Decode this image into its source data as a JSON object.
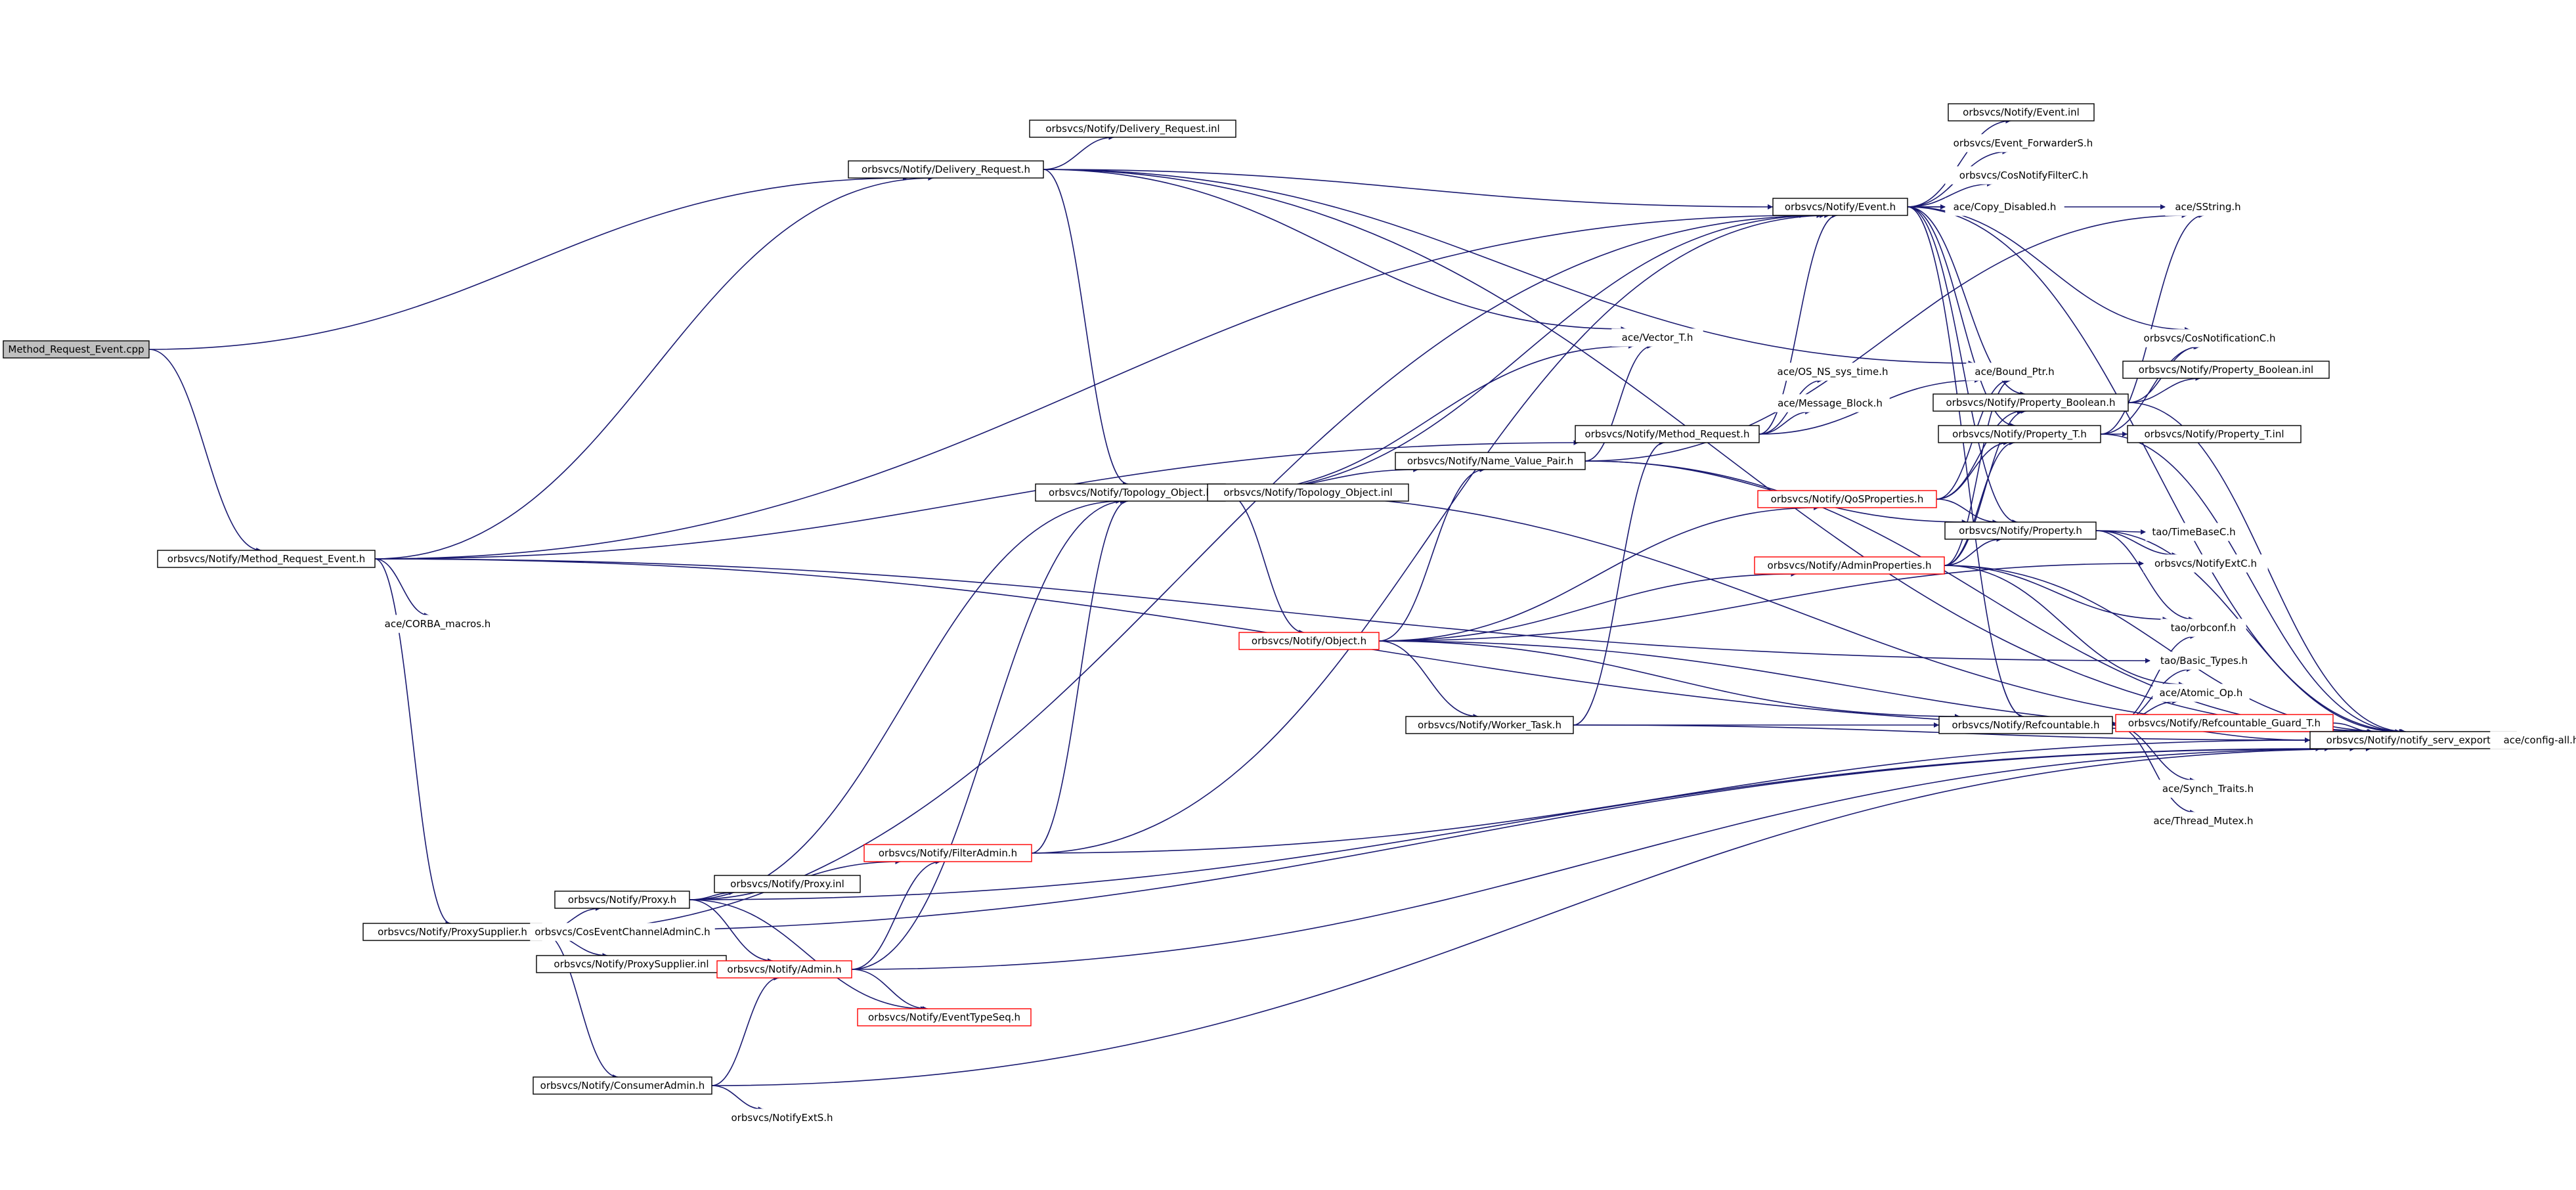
{
  "colors": {
    "edge": "#191970",
    "normal_border": "#000000",
    "truncated_border": "#ff0000",
    "root_fill": "#bfbfbf",
    "plain_border": "#ffffff",
    "fill": "#ffffff"
  },
  "nodes": [
    {
      "id": "n0",
      "label": "Method_Request_Event.cpp",
      "style": "root"
    },
    {
      "id": "n1",
      "label": "orbsvcs/Notify/Delivery_Request.h",
      "style": "normal"
    },
    {
      "id": "n2",
      "label": "orbsvcs/Notify/Delivery_Request.inl",
      "style": "normal"
    },
    {
      "id": "n3",
      "label": "orbsvcs/Notify/Method_Request_Event.h",
      "style": "normal"
    },
    {
      "id": "n4",
      "label": "ace/CORBA_macros.h",
      "style": "plain"
    },
    {
      "id": "n5",
      "label": "orbsvcs/Notify/ProxySupplier.h",
      "style": "normal"
    },
    {
      "id": "n6",
      "label": "orbsvcs/Notify/Proxy.h",
      "style": "normal"
    },
    {
      "id": "n7",
      "label": "orbsvcs/CosEventChannelAdminC.h",
      "style": "plain"
    },
    {
      "id": "n8",
      "label": "orbsvcs/Notify/ProxySupplier.inl",
      "style": "normal"
    },
    {
      "id": "n9",
      "label": "orbsvcs/Notify/ConsumerAdmin.h",
      "style": "normal"
    },
    {
      "id": "n10",
      "label": "orbsvcs/NotifyExtS.h",
      "style": "plain"
    },
    {
      "id": "n11",
      "label": "orbsvcs/Notify/Proxy.inl",
      "style": "normal"
    },
    {
      "id": "n12",
      "label": "orbsvcs/Notify/FilterAdmin.h",
      "style": "truncated"
    },
    {
      "id": "n13",
      "label": "orbsvcs/Notify/Admin.h",
      "style": "truncated"
    },
    {
      "id": "n14",
      "label": "orbsvcs/Notify/EventTypeSeq.h",
      "style": "truncated"
    },
    {
      "id": "n15",
      "label": "orbsvcs/Notify/Topology_Object.h",
      "style": "normal"
    },
    {
      "id": "n16",
      "label": "orbsvcs/Notify/Topology_Object.inl",
      "style": "normal"
    },
    {
      "id": "n17",
      "label": "orbsvcs/Notify/Object.h",
      "style": "truncated"
    },
    {
      "id": "n18",
      "label": "orbsvcs/Notify/Worker_Task.h",
      "style": "normal"
    },
    {
      "id": "n19",
      "label": "orbsvcs/Notify/Name_Value_Pair.h",
      "style": "normal"
    },
    {
      "id": "n20",
      "label": "orbsvcs/Notify/Method_Request.h",
      "style": "normal"
    },
    {
      "id": "n21",
      "label": "ace/OS_NS_sys_time.h",
      "style": "plain"
    },
    {
      "id": "n22",
      "label": "ace/Message_Block.h",
      "style": "plain"
    },
    {
      "id": "n23",
      "label": "ace/Vector_T.h",
      "style": "plain"
    },
    {
      "id": "n24",
      "label": "orbsvcs/Notify/Event.h",
      "style": "normal"
    },
    {
      "id": "n25",
      "label": "orbsvcs/Notify/Event.inl",
      "style": "normal"
    },
    {
      "id": "n26",
      "label": "orbsvcs/Event_ForwarderS.h",
      "style": "plain"
    },
    {
      "id": "n27",
      "label": "orbsvcs/CosNotifyFilterC.h",
      "style": "plain"
    },
    {
      "id": "n28",
      "label": "ace/Copy_Disabled.h",
      "style": "plain"
    },
    {
      "id": "n29",
      "label": "orbsvcs/Notify/QoSProperties.h",
      "style": "truncated"
    },
    {
      "id": "n30",
      "label": "orbsvcs/Notify/AdminProperties.h",
      "style": "truncated"
    },
    {
      "id": "n31",
      "label": "ace/SString.h",
      "style": "plain"
    },
    {
      "id": "n32",
      "label": "orbsvcs/CosNotificationC.h",
      "style": "plain"
    },
    {
      "id": "n33",
      "label": "ace/Bound_Ptr.h",
      "style": "plain"
    },
    {
      "id": "n34",
      "label": "orbsvcs/Notify/Property_Boolean.h",
      "style": "normal"
    },
    {
      "id": "n35",
      "label": "orbsvcs/Notify/Property_Boolean.inl",
      "style": "normal"
    },
    {
      "id": "n36",
      "label": "orbsvcs/Notify/Property_T.h",
      "style": "normal"
    },
    {
      "id": "n37",
      "label": "orbsvcs/Notify/Property_T.inl",
      "style": "normal"
    },
    {
      "id": "n38",
      "label": "orbsvcs/Notify/Property.h",
      "style": "normal"
    },
    {
      "id": "n39",
      "label": "tao/TimeBaseC.h",
      "style": "plain"
    },
    {
      "id": "n40",
      "label": "orbsvcs/NotifyExtC.h",
      "style": "plain"
    },
    {
      "id": "n41",
      "label": "tao/orbconf.h",
      "style": "plain"
    },
    {
      "id": "n42",
      "label": "tao/Basic_Types.h",
      "style": "plain"
    },
    {
      "id": "n43",
      "label": "ace/Atomic_Op.h",
      "style": "plain"
    },
    {
      "id": "n44",
      "label": "orbsvcs/Notify/Refcountable.h",
      "style": "normal"
    },
    {
      "id": "n45",
      "label": "orbsvcs/Notify/Refcountable_Guard_T.h",
      "style": "truncated"
    },
    {
      "id": "n46",
      "label": "orbsvcs/Notify/notify_serv_export.h",
      "style": "normal"
    },
    {
      "id": "n47",
      "label": "ace/config-all.h",
      "style": "plain"
    },
    {
      "id": "n48",
      "label": "ace/Synch_Traits.h",
      "style": "plain"
    },
    {
      "id": "n49",
      "label": "ace/Thread_Mutex.h",
      "style": "plain"
    }
  ],
  "edges": [
    [
      "n0",
      "n1"
    ],
    [
      "n0",
      "n3"
    ],
    [
      "n1",
      "n2"
    ],
    [
      "n1",
      "n24"
    ],
    [
      "n1",
      "n15"
    ],
    [
      "n1",
      "n23"
    ],
    [
      "n1",
      "n33"
    ],
    [
      "n1",
      "n46"
    ],
    [
      "n3",
      "n1"
    ],
    [
      "n3",
      "n4"
    ],
    [
      "n3",
      "n5"
    ],
    [
      "n3",
      "n20"
    ],
    [
      "n3",
      "n24"
    ],
    [
      "n3",
      "n42"
    ],
    [
      "n3",
      "n46"
    ],
    [
      "n5",
      "n6"
    ],
    [
      "n5",
      "n7"
    ],
    [
      "n5",
      "n8"
    ],
    [
      "n5",
      "n9"
    ],
    [
      "n5",
      "n24"
    ],
    [
      "n5",
      "n46"
    ],
    [
      "n6",
      "n11"
    ],
    [
      "n6",
      "n12"
    ],
    [
      "n6",
      "n13"
    ],
    [
      "n6",
      "n14"
    ],
    [
      "n6",
      "n15"
    ],
    [
      "n6",
      "n46"
    ],
    [
      "n9",
      "n10"
    ],
    [
      "n9",
      "n13"
    ],
    [
      "n9",
      "n46"
    ],
    [
      "n12",
      "n15"
    ],
    [
      "n12",
      "n24"
    ],
    [
      "n12",
      "n46"
    ],
    [
      "n13",
      "n12"
    ],
    [
      "n13",
      "n14"
    ],
    [
      "n13",
      "n15"
    ],
    [
      "n13",
      "n46"
    ],
    [
      "n15",
      "n16"
    ],
    [
      "n15",
      "n17"
    ],
    [
      "n15",
      "n19"
    ],
    [
      "n15",
      "n23"
    ],
    [
      "n15",
      "n24"
    ],
    [
      "n15",
      "n46"
    ],
    [
      "n17",
      "n18"
    ],
    [
      "n17",
      "n19"
    ],
    [
      "n17",
      "n29"
    ],
    [
      "n17",
      "n30"
    ],
    [
      "n17",
      "n44"
    ],
    [
      "n17",
      "n40"
    ],
    [
      "n17",
      "n46"
    ],
    [
      "n18",
      "n20"
    ],
    [
      "n18",
      "n44"
    ],
    [
      "n18",
      "n46"
    ],
    [
      "n19",
      "n23"
    ],
    [
      "n19",
      "n31"
    ],
    [
      "n19",
      "n38"
    ],
    [
      "n19",
      "n46"
    ],
    [
      "n20",
      "n21"
    ],
    [
      "n20",
      "n22"
    ],
    [
      "n20",
      "n24"
    ],
    [
      "n20",
      "n33"
    ],
    [
      "n24",
      "n25"
    ],
    [
      "n24",
      "n26"
    ],
    [
      "n24",
      "n27"
    ],
    [
      "n24",
      "n28"
    ],
    [
      "n24",
      "n32"
    ],
    [
      "n24",
      "n34"
    ],
    [
      "n24",
      "n36"
    ],
    [
      "n24",
      "n38"
    ],
    [
      "n24",
      "n44"
    ],
    [
      "n24",
      "n31"
    ],
    [
      "n24",
      "n46"
    ],
    [
      "n29",
      "n33"
    ],
    [
      "n29",
      "n34"
    ],
    [
      "n29",
      "n36"
    ],
    [
      "n29",
      "n38"
    ],
    [
      "n30",
      "n33"
    ],
    [
      "n30",
      "n34"
    ],
    [
      "n30",
      "n36"
    ],
    [
      "n30",
      "n38"
    ],
    [
      "n30",
      "n43"
    ],
    [
      "n30",
      "n41"
    ],
    [
      "n30",
      "n46"
    ],
    [
      "n34",
      "n35"
    ],
    [
      "n34",
      "n32"
    ],
    [
      "n34",
      "n46"
    ],
    [
      "n36",
      "n37"
    ],
    [
      "n36",
      "n32"
    ],
    [
      "n36",
      "n31"
    ],
    [
      "n36",
      "n46"
    ],
    [
      "n38",
      "n39"
    ],
    [
      "n38",
      "n40"
    ],
    [
      "n38",
      "n41"
    ],
    [
      "n38",
      "n46"
    ],
    [
      "n44",
      "n45"
    ],
    [
      "n44",
      "n46"
    ],
    [
      "n44",
      "n43"
    ],
    [
      "n44",
      "n48"
    ],
    [
      "n44",
      "n49"
    ],
    [
      "n44",
      "n41"
    ],
    [
      "n44",
      "n42"
    ],
    [
      "n45",
      "n46"
    ],
    [
      "n46",
      "n47"
    ]
  ]
}
